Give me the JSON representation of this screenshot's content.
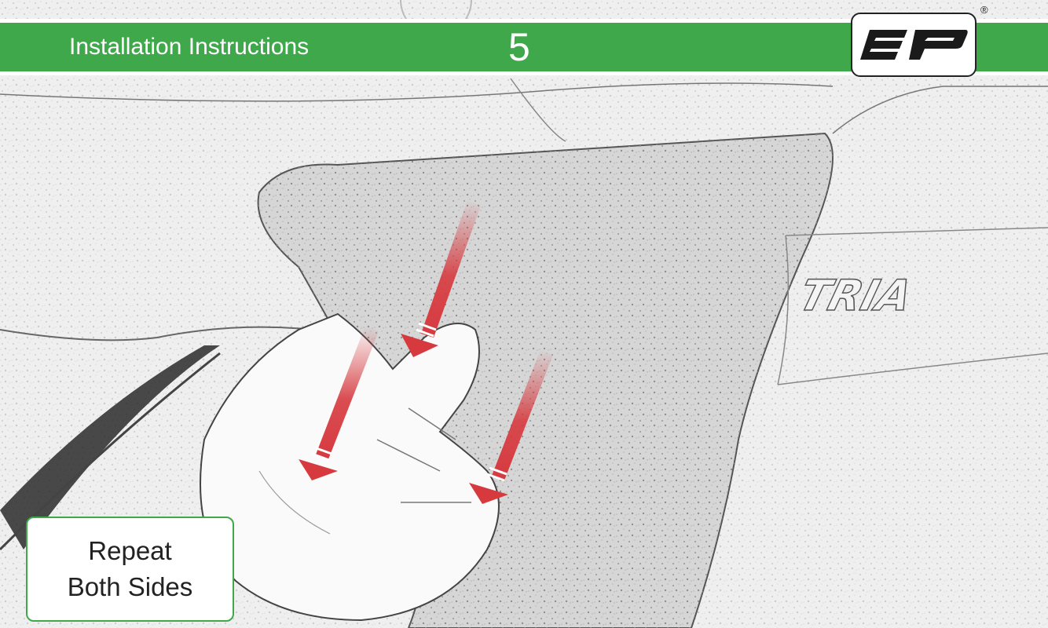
{
  "header": {
    "title": "Installation Instructions",
    "step_number": "5",
    "brand_color": "#3fa84a",
    "registered_mark": "®"
  },
  "logo": {
    "name": "ep-logo"
  },
  "callout": {
    "line1": "Repeat",
    "line2": "Both Sides"
  },
  "illustration": {
    "emblem_text": "TRIA",
    "arrow_color": "#d63a3f",
    "arrow_count": 3
  }
}
